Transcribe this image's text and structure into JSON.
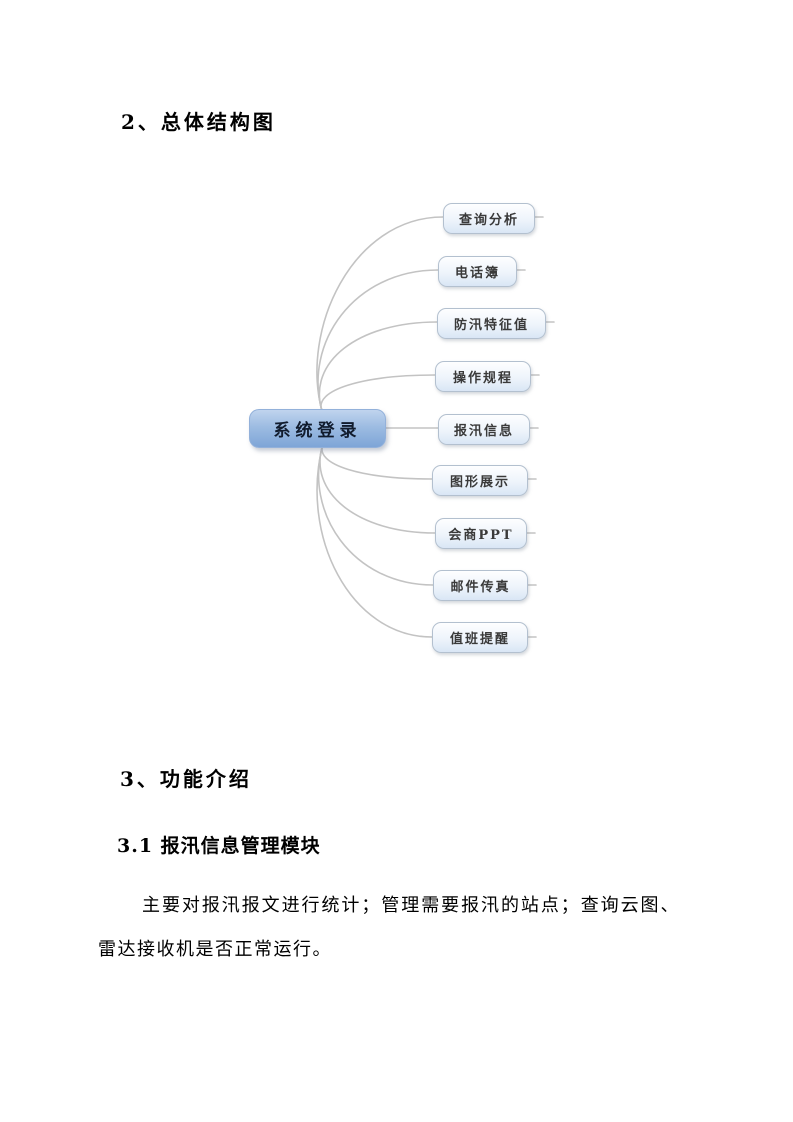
{
  "document": {
    "section_2": {
      "heading": "2、总体结构图"
    },
    "section_3": {
      "heading": "3、功能介绍"
    },
    "section_3_1": {
      "heading": "3.1 报汛信息管理模块",
      "paragraph": "主要对报汛报文进行统计；管理需要报汛的站点；查询云图、雷达接收机是否正常运行。",
      "paragraph_line1": "主要对报汛报文进行统计；管理需要报汛的站点；查询云图、",
      "paragraph_line2": "雷达接收机是否正常运行。"
    }
  },
  "diagram": {
    "type": "mindmap",
    "root": {
      "label": "系统登录"
    },
    "children": [
      {
        "label": "查询分析"
      },
      {
        "label": "电话簿"
      },
      {
        "label": "防汛特征值"
      },
      {
        "label": "操作规程"
      },
      {
        "label": "报汛信息"
      },
      {
        "label": "图形展示"
      },
      {
        "label": "会商PPT"
      },
      {
        "label": "邮件传真"
      },
      {
        "label": "值班提醒"
      }
    ],
    "colors": {
      "root_fill_top": "#c0d4ee",
      "root_fill_bottom": "#7ea5d7",
      "root_border": "#93b1da",
      "child_fill_top": "#fefeff",
      "child_fill_bottom": "#d9e6f5",
      "child_border": "#b3c0cf",
      "connector_line": "#c3c3c3",
      "root_text": "#111c2e",
      "child_text": "#3a3a3a"
    }
  }
}
